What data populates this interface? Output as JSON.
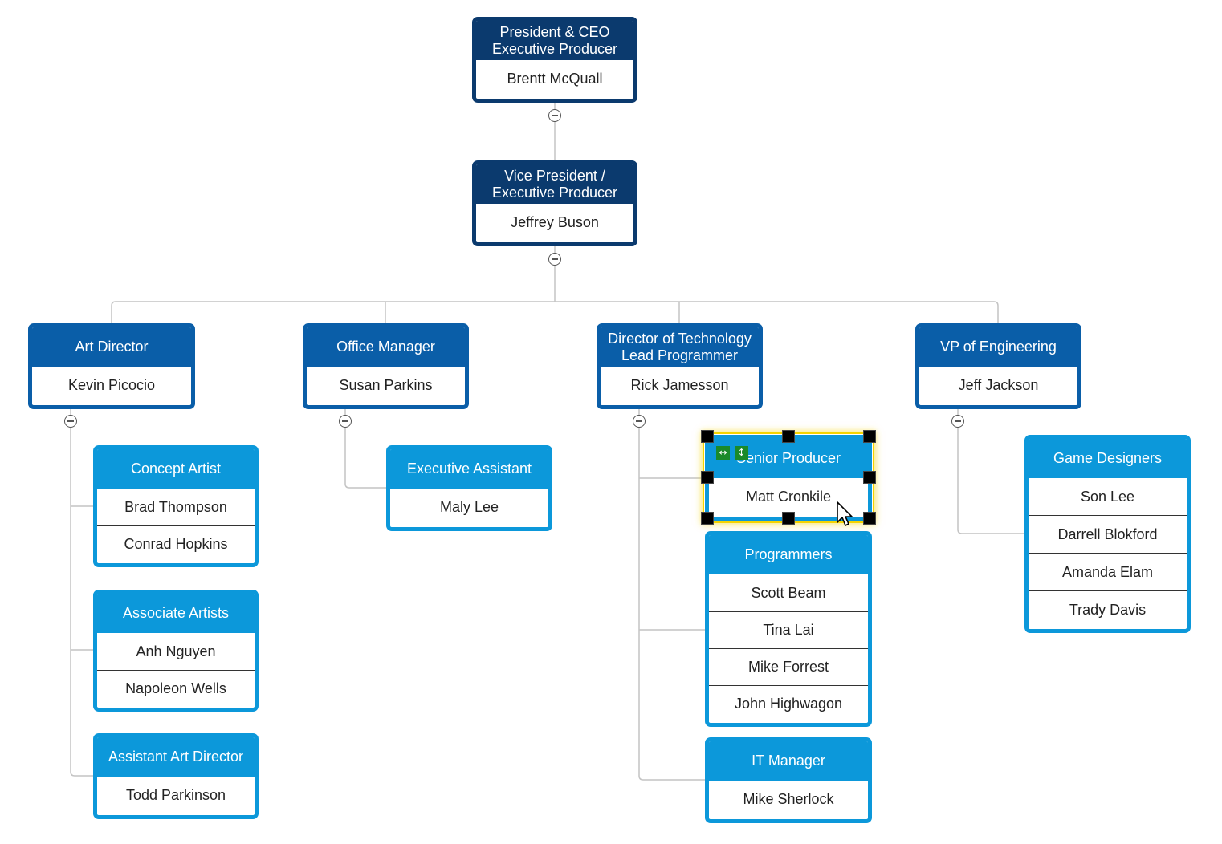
{
  "nodes": {
    "ceo": {
      "title": [
        "President & CEO",
        "Executive Producer"
      ],
      "members": [
        "Brentt  McQuall"
      ]
    },
    "vp": {
      "title": [
        "Vice President /",
        "Executive Producer"
      ],
      "members": [
        "Jeffrey Buson"
      ]
    },
    "art_director": {
      "title": [
        "Art Director"
      ],
      "members": [
        "Kevin Picocio"
      ]
    },
    "office_manager": {
      "title": [
        "Office Manager"
      ],
      "members": [
        "Susan Parkins"
      ]
    },
    "director_tech": {
      "title": [
        "Director of Technology",
        "Lead Programmer"
      ],
      "members": [
        "Rick Jamesson"
      ]
    },
    "vp_engineering": {
      "title": [
        "VP of Engineering"
      ],
      "members": [
        "Jeff Jackson"
      ]
    },
    "concept_artist": {
      "title": [
        "Concept Artist"
      ],
      "members": [
        "Brad Thompson",
        "Conrad Hopkins"
      ]
    },
    "associate_artists": {
      "title": [
        "Associate Artists"
      ],
      "members": [
        "Anh Nguyen",
        "Napoleon Wells"
      ]
    },
    "assistant_art_director": {
      "title": [
        "Assistant Art Director"
      ],
      "members": [
        "Todd Parkinson"
      ]
    },
    "executive_assistant": {
      "title": [
        "Executive Assistant"
      ],
      "members": [
        "Maly Lee"
      ]
    },
    "senior_producer": {
      "title": [
        "Senior Producer"
      ],
      "members": [
        "Matt Cronkile"
      ]
    },
    "programmers": {
      "title": [
        "Programmers"
      ],
      "members": [
        "Scott Beam",
        "Tina Lai",
        "Mike Forrest",
        "John Highwagon"
      ]
    },
    "it_manager": {
      "title": [
        "IT Manager"
      ],
      "members": [
        "Mike Sherlock"
      ]
    },
    "game_designers": {
      "title": [
        "Game Designers"
      ],
      "members": [
        "Son Lee",
        "Darrell Blokford",
        "Amanda Elam",
        "Trady Davis"
      ]
    }
  },
  "colors": {
    "executive_header": "#0b3a6e",
    "director_header": "#0a5ea8",
    "team_header": "#0c98da",
    "connector": "#c4c4c4",
    "selection_outline": "#f5d400",
    "resize_icon": "#1a8a2a"
  },
  "selection": {
    "selected_node": "senior_producer",
    "icons": [
      "resize-horizontal-icon",
      "resize-vertical-icon"
    ]
  }
}
